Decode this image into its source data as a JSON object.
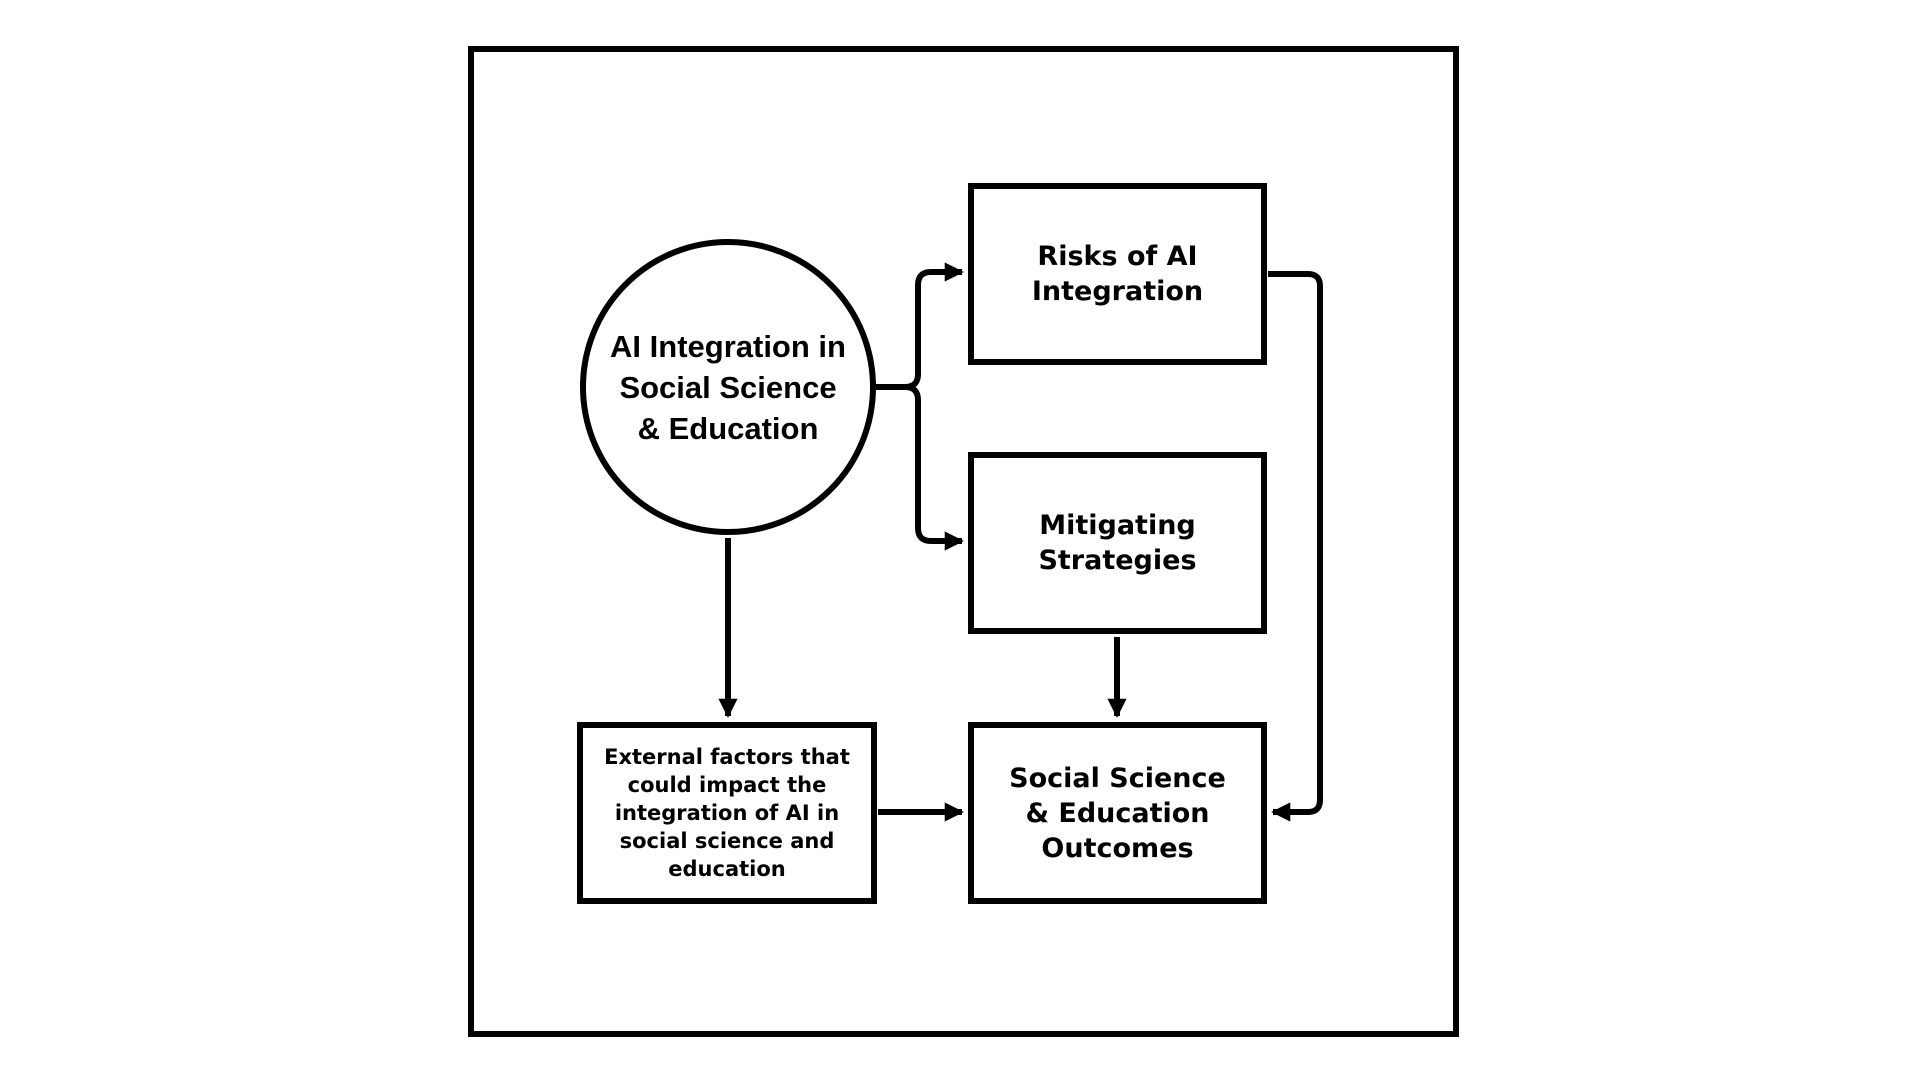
{
  "diagram": {
    "center_node": "AI Integration in Social Science & Education",
    "risks_node": "Risks of AI Integration",
    "mitigating_node": "Mitigating Strategies",
    "external_node": "External factors that could impact the integration of AI in social science and education",
    "outcomes_node": "Social Science & Education Outcomes"
  },
  "connections": [
    {
      "from": "AI Integration in Social Science & Education",
      "to": "Risks of AI Integration"
    },
    {
      "from": "AI Integration in Social Science & Education",
      "to": "Mitigating Strategies"
    },
    {
      "from": "AI Integration in Social Science & Education",
      "to": "External factors that could impact the integration of AI in social science and education"
    },
    {
      "from": "Mitigating Strategies",
      "to": "Social Science & Education Outcomes"
    },
    {
      "from": "External factors that could impact the integration of AI in social science and education",
      "to": "Social Science & Education Outcomes"
    },
    {
      "from": "Risks of AI Integration",
      "to": "Social Science & Education Outcomes"
    }
  ],
  "colors": {
    "stroke": "#000000",
    "background": "#ffffff"
  }
}
